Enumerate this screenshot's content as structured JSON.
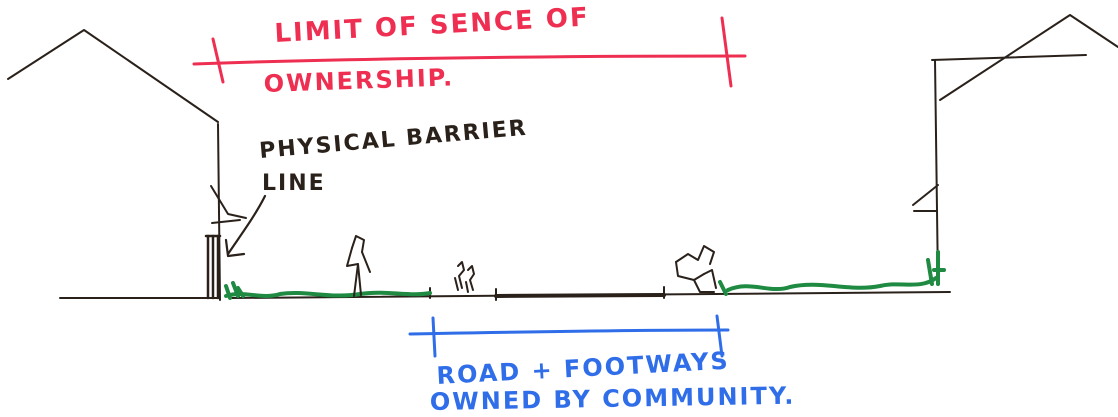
{
  "annotations": {
    "ownership_limit": {
      "line1": "LIMIT OF SENCE OF",
      "line2": "OWNERSHIP.",
      "color": "#ee2f52"
    },
    "barrier": {
      "line1": "PHYSICAL BARRIER",
      "line2": "LINE",
      "color": "#2a211b"
    },
    "community": {
      "line1": "ROAD + FOOTWAYS",
      "line2": "OWNED BY COMMUNITY.",
      "color": "#2f6ee8"
    }
  },
  "colors": {
    "ink": "#2a211b",
    "grass": "#1f8a42",
    "red": "#ee2f52",
    "blue": "#2f6ee8",
    "paper": "#ffffff"
  },
  "icons": [
    "house-left",
    "house-right",
    "person-standing",
    "children",
    "person-crouching",
    "boundary-fence"
  ]
}
